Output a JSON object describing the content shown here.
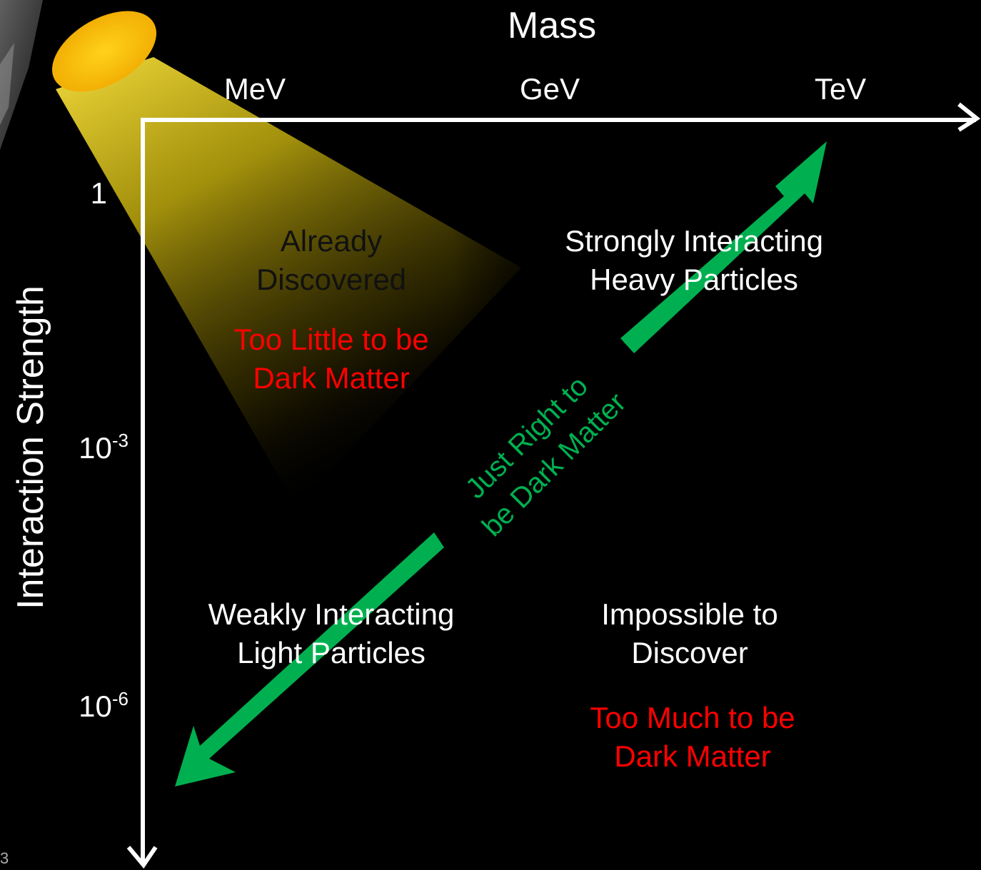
{
  "diagram": {
    "x_axis": {
      "title": "Mass",
      "ticks": [
        "MeV",
        "GeV",
        "TeV"
      ]
    },
    "y_axis": {
      "title": "Interaction Strength",
      "ticks": [
        {
          "base": "1",
          "exp": ""
        },
        {
          "base": "10",
          "exp": "-3"
        },
        {
          "base": "10",
          "exp": "-6"
        }
      ]
    },
    "regions": {
      "already_discovered": {
        "line1": "Already",
        "line2": "Discovered",
        "note_line1": "Too Little to be",
        "note_line2": "Dark Matter"
      },
      "strongly_interacting": {
        "line1": "Strongly Interacting",
        "line2": "Heavy Particles"
      },
      "weakly_interacting": {
        "line1": "Weakly Interacting",
        "line2": "Light Particles"
      },
      "impossible": {
        "line1": "Impossible to",
        "line2": "Discover",
        "note_line1": "Too Much to be",
        "note_line2": "Dark Matter"
      }
    },
    "diagonal_label": {
      "line1": "Just Right to",
      "line2": "be Dark Matter"
    },
    "slide_number": "3",
    "colors": {
      "background": "#000000",
      "axis": "#ffffff",
      "arrow": "#00b050",
      "warning_text": "#ff0000",
      "spotlight": "#ffc000"
    }
  }
}
